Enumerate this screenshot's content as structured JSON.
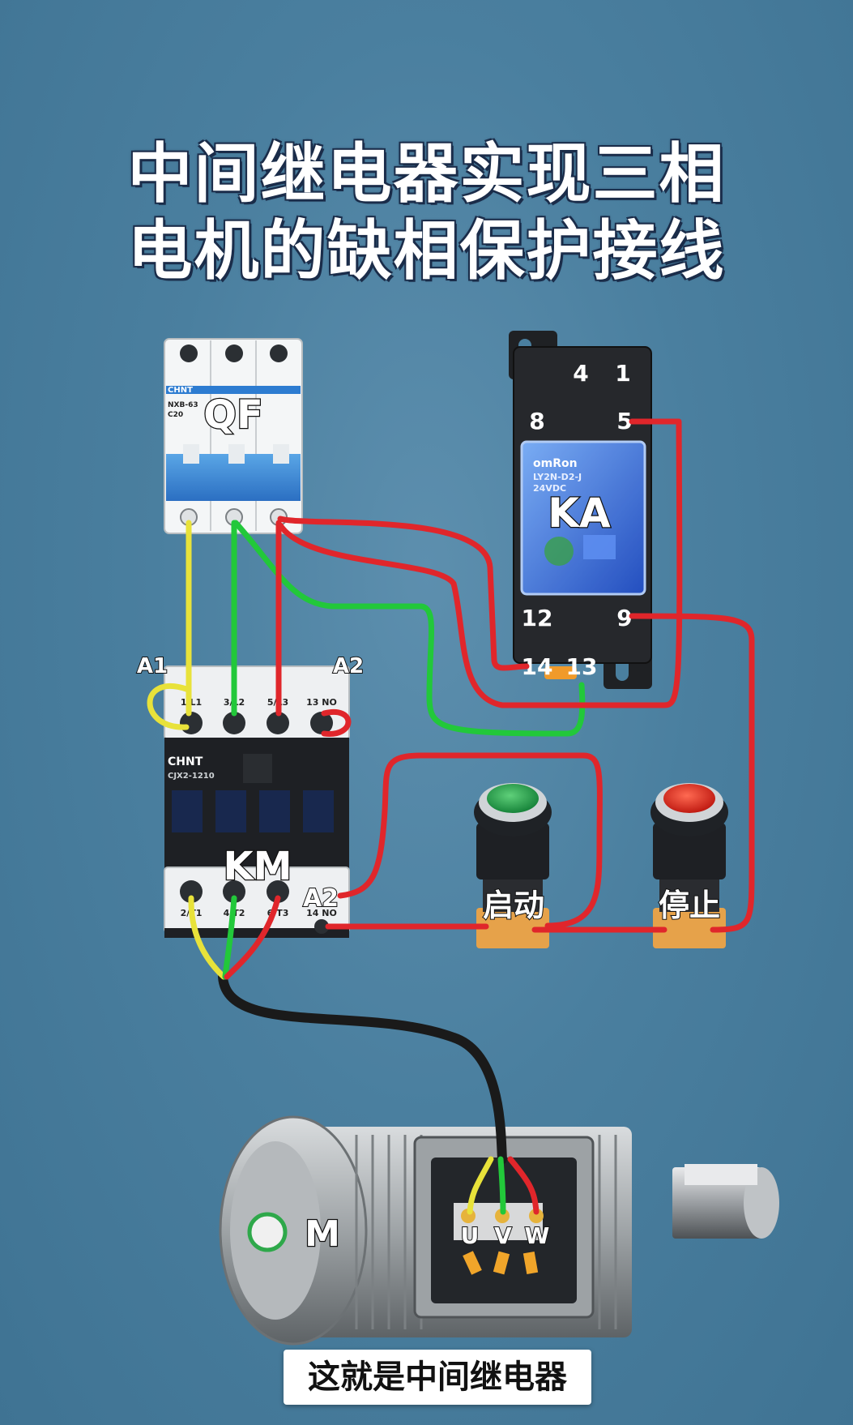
{
  "title": {
    "line1": "中间继电器实现三相",
    "line2": "电机的缺相保护接线"
  },
  "breaker": {
    "label": "QF",
    "brand": "CHNT",
    "model": "NXB-63",
    "rating": "C20"
  },
  "relay": {
    "label": "KA",
    "brand": "omRon",
    "model": "LY2N-D2-J",
    "voltage": "24VDC",
    "terminals": {
      "t4": "4",
      "t1": "1",
      "t8": "8",
      "t5": "5",
      "t12": "12",
      "t9": "9",
      "t14": "14",
      "t13": "13"
    }
  },
  "contactor": {
    "label": "KM",
    "brand": "CHNT",
    "model": "CJX2-1210",
    "coil_a1": "A1",
    "coil_a2_top": "A2",
    "coil_a2_bottom": "A2",
    "top_terminals": [
      "1/L1",
      "3/L2",
      "5/L3",
      "13 NO"
    ],
    "bottom_terminals": [
      "2/T1",
      "4/T2",
      "6/T3",
      "14 NO"
    ]
  },
  "buttons": {
    "start_label": "启动",
    "stop_label": "停止"
  },
  "motor": {
    "label": "M",
    "terminals": {
      "u": "U",
      "v": "V",
      "w": "W"
    }
  },
  "caption": "这就是中间继电器",
  "colors": {
    "background": "#4a7f9f",
    "wire_red": "#e0262b",
    "wire_green": "#22c83a",
    "wire_yellow": "#e8e23a",
    "wire_black": "#1a1a1a",
    "start_button": "#2ea84a",
    "stop_button": "#e22a22"
  }
}
